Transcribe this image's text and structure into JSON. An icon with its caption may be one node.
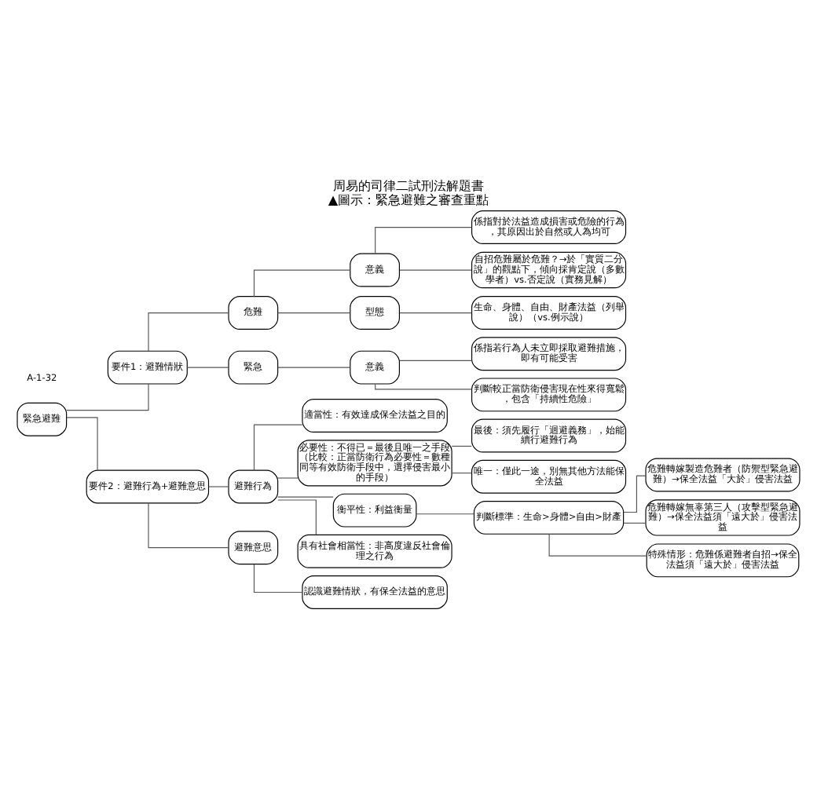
{
  "diagram": {
    "title": "周易的司律二試刑法解題書",
    "caption": "▲圖示：緊急避難之審查重點",
    "nodes": [
      {
        "text": [
          "緊急避難"
        ]
      },
      {
        "text": [
          "要件1：避難情狀"
        ]
      },
      {
        "text": [
          "危難"
        ]
      },
      {
        "text": [
          "意義"
        ]
      },
      {
        "text": [
          "係指對於法益造成損害或危險的行為，其原因出於自然或人為均可"
        ]
      },
      {
        "text": [
          "自招危難屬於危難？→於「實質二分說」的觀點下，傾向採肯定說（多數學者）vs.否定說（實務見解）"
        ]
      },
      {
        "text": [
          "型態"
        ]
      },
      {
        "text": [
          "生命、身體、自由、財產法益（列舉說）（vs.例示說）"
        ]
      },
      {
        "text": [
          "緊急"
        ]
      },
      {
        "text": [
          "意義"
        ]
      },
      {
        "text": [
          "係指若行為人未立即採取避難措施，即有可能受害"
        ]
      },
      {
        "text": [
          "判斷較正當防衛侵害現在性來得寬鬆，包含「持續性危險」"
        ]
      },
      {
        "text": [
          "要件2：避難行為+避難意思"
        ]
      },
      {
        "text": [
          "避難行為"
        ]
      },
      {
        "text": [
          "適當性：有效達成保全法益之目的"
        ]
      },
      {
        "text": [
          "必要性：不得已＝最後且唯一之手段（比較：正當防衛行為必要性＝數種同等有效防衛手段中，選擇侵害最小的手段）"
        ]
      },
      {
        "text": [
          "最後：須先履行「迴避義務」，始能續行避難行為"
        ]
      },
      {
        "text": [
          "唯一：僅此一途，別無其他方法能保全法益"
        ]
      },
      {
        "text": [
          "衡平性：利益衡量"
        ]
      },
      {
        "text": [
          "判斷標準：生命>身體>自由>財產"
        ]
      },
      {
        "text": [
          "危難轉嫁製造危難者（防禦型緊急避難）→保全法益「大於」侵害法益"
        ]
      },
      {
        "text": [
          "危難轉嫁無辜第三人（攻擊型緊急避難）→保全法益須「遠大於」侵害法益"
        ]
      },
      {
        "text": [
          "特殊情形：危難係避難者自招→保全法益須「遠大於」侵害法益"
        ]
      },
      {
        "text": [
          "具有社會相當性：非高度違反社會倫理之行為"
        ]
      },
      {
        "text": [
          "避難意思"
        ]
      },
      {
        "text": [
          "認識避難情狀，有保全法益的意思"
        ]
      }
    ],
    "edges": [
      {
        "from": 0,
        "to": 1,
        "arrow": "none"
      },
      {
        "from": 1,
        "to": 2,
        "arrow": "none"
      },
      {
        "from": 2,
        "to": 3,
        "arrow": "none"
      },
      {
        "from": 3,
        "to": 4,
        "arrow": "none"
      },
      {
        "from": 3,
        "to": 5,
        "arrow": "none"
      },
      {
        "from": 2,
        "to": 6,
        "arrow": "none"
      },
      {
        "from": 6,
        "to": 7,
        "arrow": "none"
      },
      {
        "from": 1,
        "to": 8,
        "arrow": "none"
      },
      {
        "from": 8,
        "to": 9,
        "arrow": "none"
      },
      {
        "from": 9,
        "to": 10,
        "arrow": "none"
      },
      {
        "from": 9,
        "to": 11,
        "arrow": "none"
      },
      {
        "from": 0,
        "to": 12,
        "arrow": "none"
      },
      {
        "from": 12,
        "to": 13,
        "arrow": "none"
      },
      {
        "from": 13,
        "to": 14,
        "arrow": "none"
      },
      {
        "from": 13,
        "to": 15,
        "arrow": "none"
      },
      {
        "from": 15,
        "to": 16,
        "arrow": "none"
      },
      {
        "from": 15,
        "to": 17,
        "arrow": "none"
      },
      {
        "from": 13,
        "to": 18,
        "arrow": "none"
      },
      {
        "from": 18,
        "to": 19,
        "arrow": "none"
      },
      {
        "from": 19,
        "to": 20,
        "arrow": "none"
      },
      {
        "from": 19,
        "to": 21,
        "arrow": "none"
      },
      {
        "from": 19,
        "to": 22,
        "arrow": "none"
      },
      {
        "from": 13,
        "to": 23,
        "arrow": "none"
      },
      {
        "from": 12,
        "to": 24,
        "arrow": "none"
      },
      {
        "from": 24,
        "to": 25,
        "arrow": "none"
      }
    ],
    "labels": [
      "A-1-32"
    ]
  }
}
